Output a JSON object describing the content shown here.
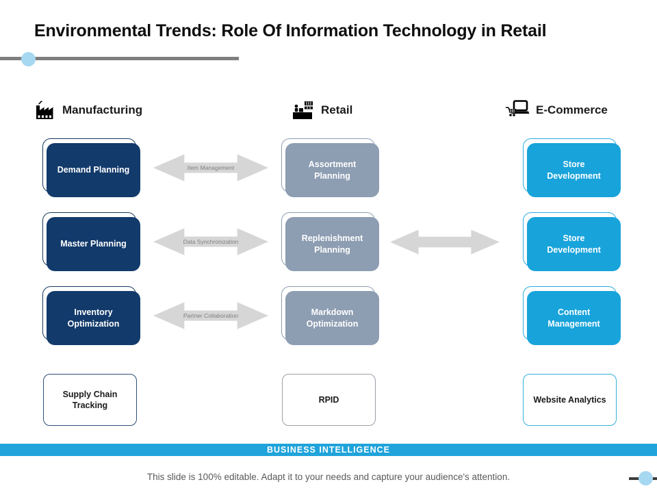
{
  "slide": {
    "title": "Environmental Trends: Role Of Information Technology in Retail",
    "banner": "BUSINESS INTELLIGENCE",
    "footer_note": "This slide is 100% editable. Adapt it to your needs and capture your audience's attention."
  },
  "columns": [
    {
      "header": "Manufacturing",
      "icon": "factory-icon",
      "boxes": [
        "Demand Planning",
        "Master Planning",
        "Inventory Optimization"
      ],
      "bottom_box": "Supply Chain Tracking"
    },
    {
      "header": "Retail",
      "icon": "checkout-counter-icon",
      "boxes": [
        "Assortment Planning",
        "Replenishment Planning",
        "Markdown Optimization"
      ],
      "bottom_box": "RPID"
    },
    {
      "header": "E-Commerce",
      "icon": "laptop-shopping-cart-icon",
      "boxes": [
        "Store Development",
        "Store Development",
        "Content Management"
      ],
      "bottom_box": "Website Analytics"
    }
  ],
  "connectors": {
    "labels": [
      "Item Management",
      "Data Synchronization",
      "Partner Collaboration"
    ]
  },
  "colors": {
    "navy": "#123A6B",
    "navy-outline": "#16365C",
    "slate": "#8D9DB2",
    "slate-outline": "#8C9DB3",
    "cyan": "#18A3DB",
    "cyan-outline": "#29ABE2",
    "banner-bg": "#1FA3DA",
    "arrow": "#D6D6D6",
    "accent-circle": "#A7D8F2",
    "underline": "#7F7F7F",
    "footer-text": "#595959",
    "bottom-border-1": "#2F4E78",
    "bottom-border-2": "#9AA0A6",
    "bottom-border-3": "#35AFDC"
  }
}
